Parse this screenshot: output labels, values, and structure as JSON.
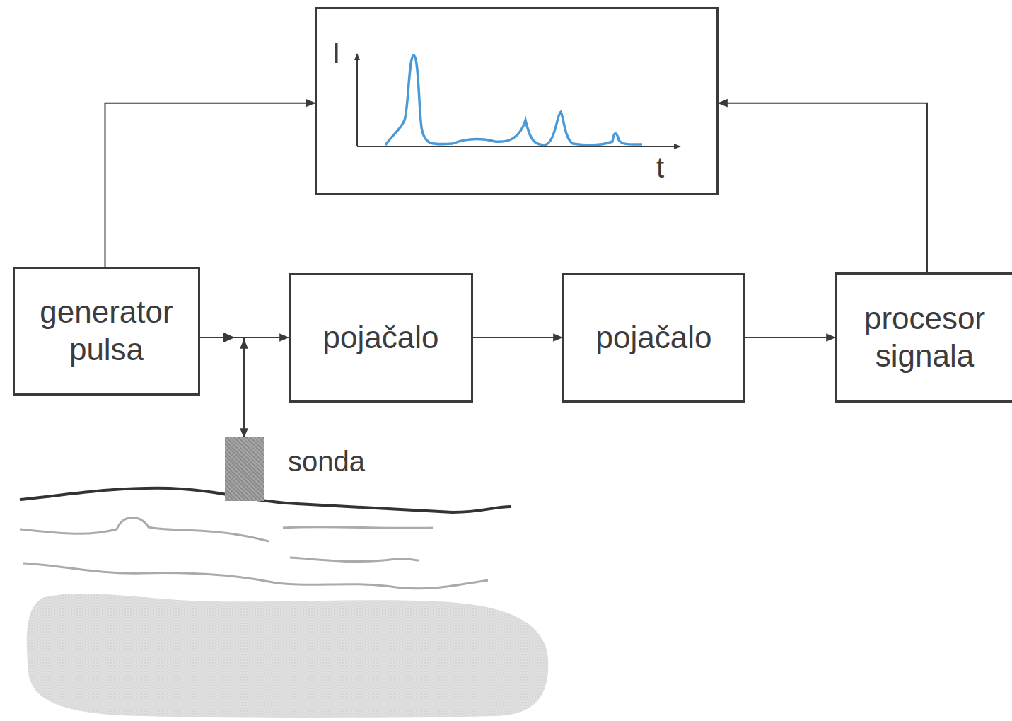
{
  "diagram": {
    "nodes": [
      {
        "text": [
          "I",
          "t"
        ]
      },
      {
        "text": [
          "generator pulsa"
        ]
      },
      {
        "text": [
          "pojačalo"
        ]
      },
      {
        "text": [
          "pojačalo"
        ]
      },
      {
        "text": [
          "procesor signala"
        ]
      },
      {
        "text": [
          "sonda"
        ]
      }
    ],
    "edges": [
      {
        "from": 1,
        "to": 0,
        "arrow": "to"
      },
      {
        "from": 1,
        "to": 2,
        "arrow": "to"
      },
      {
        "from": 5,
        "to": 2,
        "arrow": "both"
      },
      {
        "from": 2,
        "to": 3,
        "arrow": "to"
      },
      {
        "from": 3,
        "to": 4,
        "arrow": "to"
      },
      {
        "from": 4,
        "to": 0,
        "arrow": "to"
      }
    ]
  }
}
